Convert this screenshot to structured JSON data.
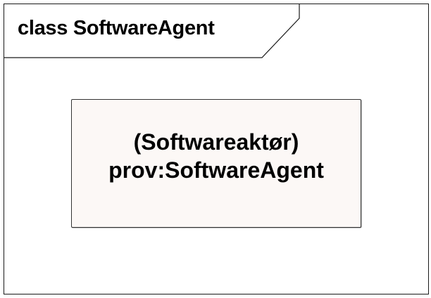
{
  "diagram": {
    "frame_title": "class SoftwareAgent",
    "frame_border_color": "#1a1a1a",
    "class_box": {
      "fill_color": "#fcf8f6",
      "alias_line": "(Softwareaktør)",
      "name_line": "prov:SoftwareAgent"
    }
  }
}
